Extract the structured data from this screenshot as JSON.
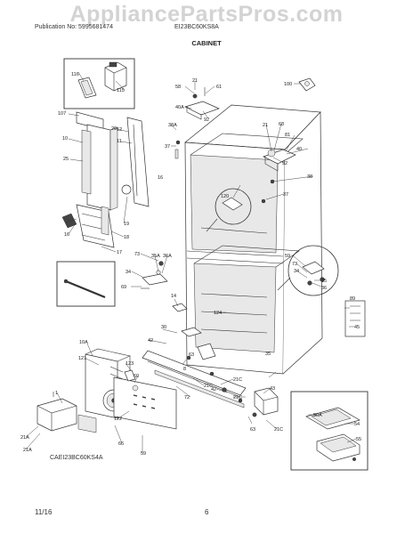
{
  "watermark": "AppliancePartsPros.com",
  "header": {
    "publication": "Publication No: 5995681474",
    "model": "EI23BC60KS8A",
    "section": "CABINET"
  },
  "diagram_code": "CAEI23BC60KS4A",
  "footer": {
    "date": "11/16",
    "page": "6"
  },
  "labels": {
    "p116": "116",
    "p115": "115",
    "p107": "107",
    "p10": "10",
    "p25": "25",
    "p11": "11",
    "p12": "12",
    "p20": "20",
    "p19": "19",
    "p18": "18",
    "p16a": "16",
    "p16b": "16",
    "p17": "17",
    "p58": "58",
    "p21a": "21",
    "p61": "61",
    "p40A": "40A",
    "p92a": "92",
    "p38A": "38A",
    "p37a": "37",
    "p100": "100",
    "p21b": "21",
    "p68": "68",
    "p81": "81",
    "p40": "40",
    "p92b": "92",
    "p38": "38",
    "p37b": "37",
    "p120": "120",
    "p73a": "73",
    "p35A": "35A",
    "p36A": "36A",
    "p34a": "34",
    "p69": "69",
    "p59": "59",
    "p73b": "73",
    "p34b": "34",
    "p35": "35",
    "p36": "36",
    "p14": "14",
    "p89": "89",
    "p45": "45",
    "p124": "124",
    "p30": "30",
    "p42a": "42",
    "p10A": "10A",
    "p121": "121",
    "p123": "123",
    "p60": "60",
    "p8": "8",
    "p63a": "63",
    "p21Ca": "21C",
    "p21Cb": "21C",
    "p42b": "42",
    "p43": "43",
    "p21Cc": "21C",
    "p72": "72",
    "p122": "122",
    "p66": "66",
    "p1": "1",
    "p21A_a": "21A",
    "p21A_b": "21A",
    "p63b": "63",
    "p21Cd": "21C",
    "p59b": "59",
    "p50A": "50A",
    "p54": "54",
    "p55": "55",
    "p35b": "35"
  }
}
